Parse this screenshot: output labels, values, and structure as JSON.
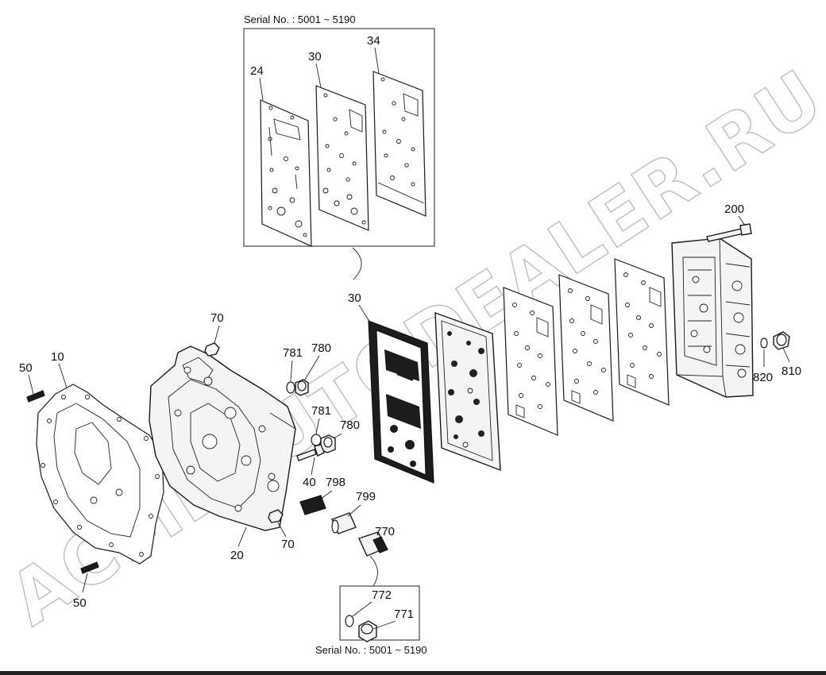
{
  "watermark": "ACMEAUTODEALER.RU",
  "inset_top": {
    "serial": "Serial No. : 5001 ~ 5190",
    "labels": [
      "24",
      "30",
      "34"
    ]
  },
  "inset_bottom": {
    "serial": "Serial No. : 5001 ~ 5190",
    "labels": [
      "772",
      "771"
    ]
  },
  "callouts": {
    "p10": "10",
    "p20": "20",
    "p30": "30",
    "p40": "40",
    "p50a": "50",
    "p50b": "50",
    "p70a": "70",
    "p70b": "70",
    "p200": "200",
    "p770": "770",
    "p780a": "780",
    "p780b": "780",
    "p781a": "781",
    "p781b": "781",
    "p798": "798",
    "p799": "799",
    "p810": "810",
    "p820": "820"
  },
  "colors": {
    "line": "#1a1a1a",
    "watermark": "#b9b9b9",
    "background": "#ffffff"
  }
}
